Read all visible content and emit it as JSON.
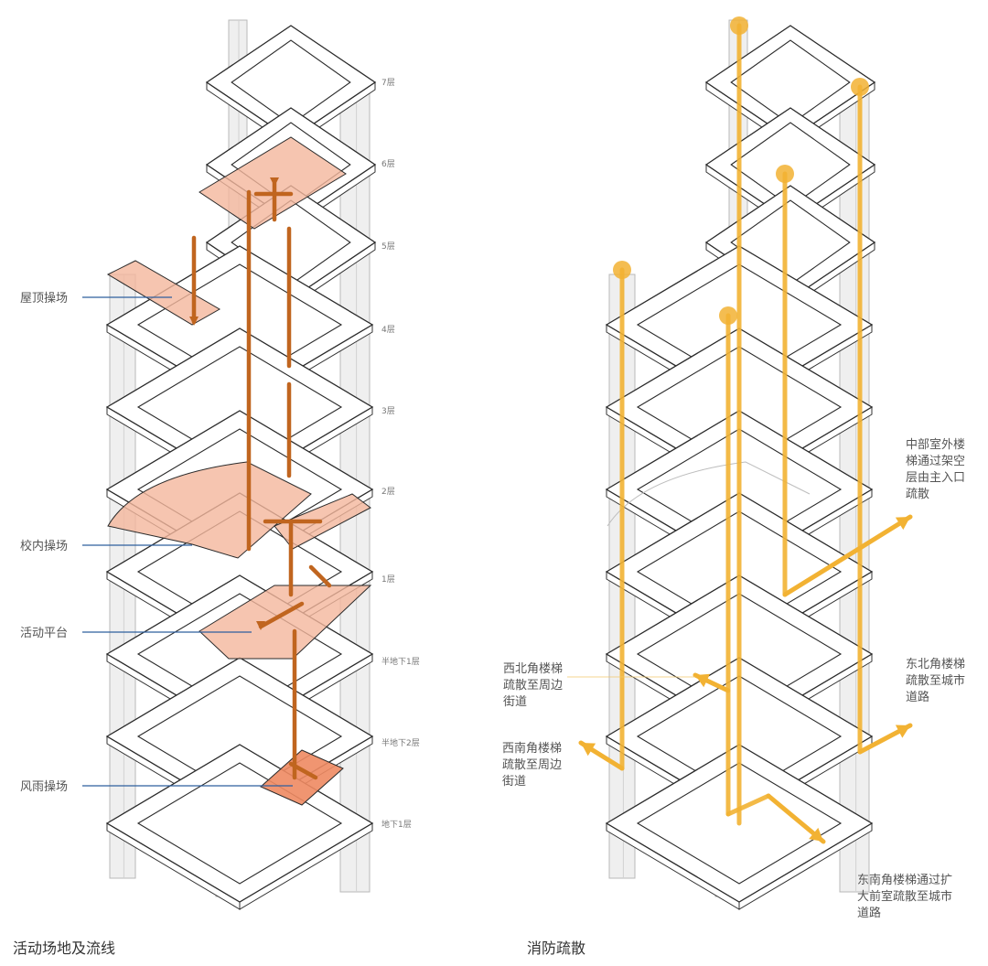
{
  "left_diagram": {
    "caption": "活动场地及流线",
    "floor_labels": [
      "7层",
      "6层",
      "5层",
      "4层",
      "3层",
      "2层",
      "1层",
      "半地下1层",
      "半地下2层",
      "地下1层"
    ],
    "callouts": [
      "屋顶操场",
      "校内操场",
      "活动平台",
      "风雨操场"
    ]
  },
  "right_diagram": {
    "caption": "消防疏散",
    "callouts": [
      {
        "lines": [
          "中部室外楼",
          "梯通过架空",
          "层由主入口",
          "疏散"
        ]
      },
      {
        "lines": [
          "西北角楼梯",
          "疏散至周边",
          "街道"
        ]
      },
      {
        "lines": [
          "东北角楼梯",
          "疏散至城市",
          "道路"
        ]
      },
      {
        "lines": [
          "西南角楼梯",
          "疏散至周边",
          "街道"
        ]
      },
      {
        "lines": [
          "东南角楼梯通过扩",
          "大前室疏散至城市",
          "道路"
        ]
      }
    ]
  },
  "colors": {
    "activity_fill": "#f4b79c",
    "wind_rain_fill": "#ee8a62",
    "route_brown": "#c0651f",
    "evacuation_yellow": "#f2b233",
    "callout_line": "#2f5f9e"
  }
}
